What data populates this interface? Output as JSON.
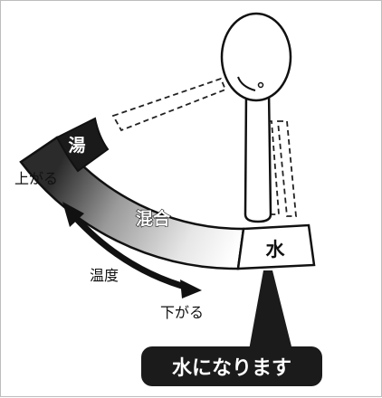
{
  "diagram": {
    "labels": {
      "hot": "湯",
      "mixed": "混合",
      "water": "水",
      "rise": "上がる",
      "fall": "下がる",
      "temperature": "温度",
      "callout": "水になります"
    },
    "colors": {
      "stroke": "#111111",
      "hot_fill": "#1a1a1a",
      "gradient_dark": "#2b2b2b",
      "gradient_light": "#ffffff",
      "callout_bg": "#1b1b1b",
      "callout_text": "#ffffff"
    }
  }
}
